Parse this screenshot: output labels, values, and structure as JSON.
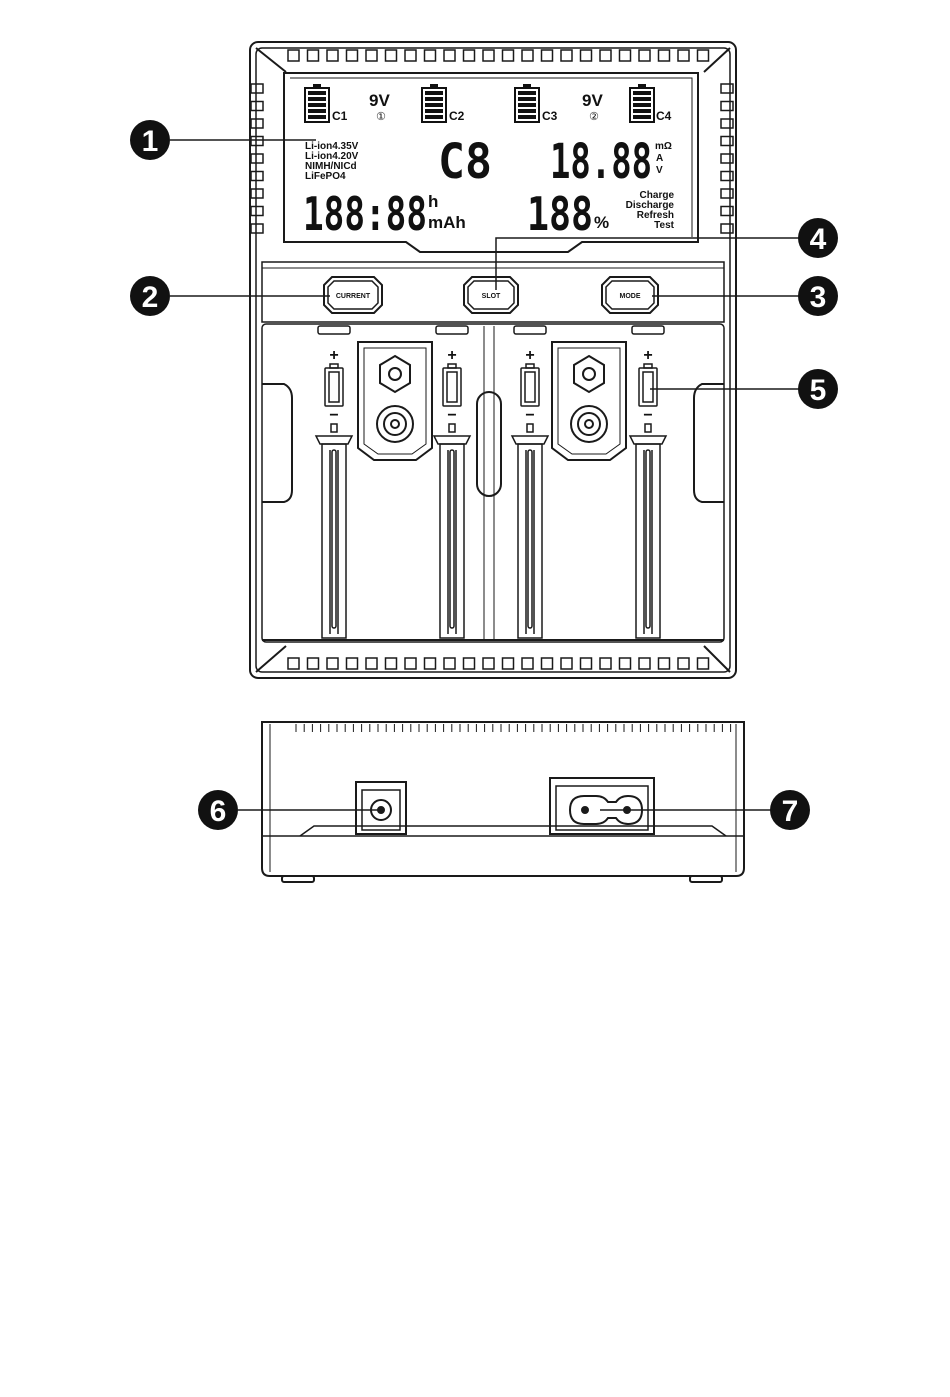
{
  "colors": {
    "line": "#1a1a1a",
    "fill_light": "#ffffff",
    "callout": "#111111"
  },
  "lcd": {
    "slots": [
      "C1",
      "C2",
      "C3",
      "C4"
    ],
    "nine_v": [
      {
        "label": "9V",
        "sub": "①"
      },
      {
        "label": "9V",
        "sub": "②"
      }
    ],
    "chemistry": [
      "Li-ion4.35V",
      "Li-ion4.20V",
      "NIMH/NICd",
      "LiFePO4"
    ],
    "slot_readout": "C8",
    "main_readout": "18.88",
    "main_units": [
      "mΩ",
      "A",
      "V"
    ],
    "time_readout": "188:88",
    "time_unit": "h",
    "capacity_unit": "mAh",
    "percent_readout": "188",
    "percent_unit": "%",
    "modes": [
      "Charge",
      "Discharge",
      "Refresh",
      "Test"
    ]
  },
  "buttons": {
    "current": "CURRENT",
    "slot": "SLOT",
    "mode": "MODE"
  },
  "bay": {
    "plus": "+",
    "minus": "−"
  },
  "callouts": [
    "1",
    "2",
    "3",
    "4",
    "5",
    "6",
    "7"
  ]
}
